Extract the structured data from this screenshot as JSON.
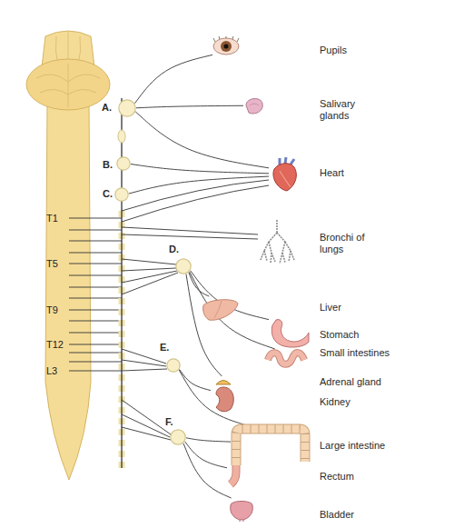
{
  "diagram": {
    "nodes": [
      {
        "text": [
          "A."
        ]
      },
      {
        "text": [
          "B."
        ]
      },
      {
        "text": [
          "C."
        ]
      },
      {
        "text": [
          "D."
        ]
      },
      {
        "text": [
          "E."
        ]
      },
      {
        "text": [
          "F."
        ]
      },
      {
        "text": [
          "Pupils"
        ]
      },
      {
        "text": [
          "Salivary glands"
        ]
      },
      {
        "text": [
          "Heart"
        ]
      },
      {
        "text": [
          "Bronchi of lungs"
        ]
      },
      {
        "text": [
          "Liver"
        ]
      },
      {
        "text": [
          "Stomach"
        ]
      },
      {
        "text": [
          "Small intestines"
        ]
      },
      {
        "text": [
          "Adrenal gland"
        ]
      },
      {
        "text": [
          "Kidney"
        ]
      },
      {
        "text": [
          "Large intestine"
        ]
      },
      {
        "text": [
          "Rectum"
        ]
      },
      {
        "text": [
          "Bladder"
        ]
      }
    ],
    "edges": [
      {
        "from": 0,
        "to": 6,
        "arrow": "none"
      },
      {
        "from": 0,
        "to": 7,
        "arrow": "none"
      },
      {
        "from": 0,
        "to": 8,
        "arrow": "none"
      },
      {
        "from": 1,
        "to": 8,
        "arrow": "none"
      },
      {
        "from": 2,
        "to": 8,
        "arrow": "none"
      },
      {
        "from": 3,
        "to": 10,
        "arrow": "none"
      },
      {
        "from": 3,
        "to": 11,
        "arrow": "none"
      },
      {
        "from": 3,
        "to": 12,
        "arrow": "none"
      },
      {
        "from": 3,
        "to": 13,
        "arrow": "none"
      },
      {
        "from": 4,
        "to": 14,
        "arrow": "none"
      },
      {
        "from": 4,
        "to": 15,
        "arrow": "none"
      },
      {
        "from": 5,
        "to": 15,
        "arrow": "none"
      },
      {
        "from": 5,
        "to": 16,
        "arrow": "none"
      },
      {
        "from": 5,
        "to": 17,
        "arrow": "none"
      }
    ],
    "labels": [
      "T1",
      "T5",
      "T9",
      "T12",
      "L3"
    ]
  }
}
